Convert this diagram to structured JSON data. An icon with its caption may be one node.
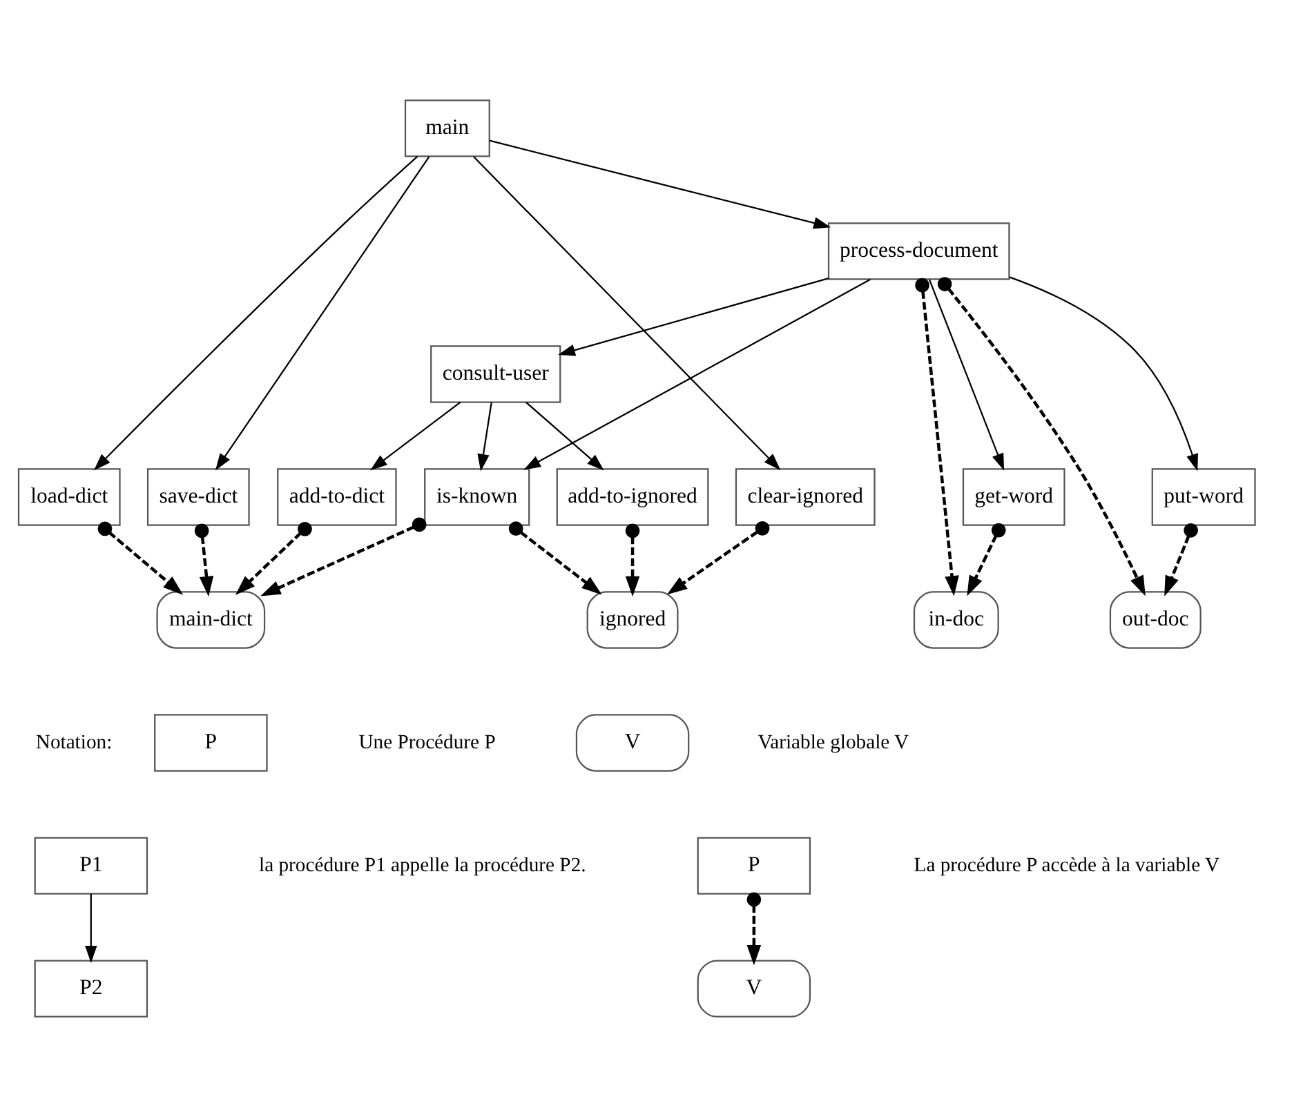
{
  "diagram": {
    "nodes": [
      {
        "text": [
          "main"
        ]
      },
      {
        "text": [
          "process-document"
        ]
      },
      {
        "text": [
          "consult-user"
        ]
      },
      {
        "text": [
          "load-dict"
        ]
      },
      {
        "text": [
          "save-dict"
        ]
      },
      {
        "text": [
          "add-to-dict"
        ]
      },
      {
        "text": [
          "is-known"
        ]
      },
      {
        "text": [
          "clear-ignored"
        ]
      },
      {
        "text": [
          "add-to-ignored"
        ]
      },
      {
        "text": [
          "get-word"
        ]
      },
      {
        "text": [
          "put-word"
        ]
      },
      {
        "text": [
          "main-dict"
        ]
      },
      {
        "text": [
          "ignored"
        ]
      },
      {
        "text": [
          "in-doc"
        ]
      },
      {
        "text": [
          "out-doc"
        ]
      },
      {
        "text": [
          "P"
        ]
      },
      {
        "text": [
          "V"
        ]
      },
      {
        "text": [
          "P1"
        ]
      },
      {
        "text": [
          "P2"
        ]
      },
      {
        "text": [
          "P"
        ]
      },
      {
        "text": [
          "V"
        ]
      }
    ],
    "edges": [
      {
        "from": 0,
        "to": 3,
        "arrow": "to"
      },
      {
        "from": 0,
        "to": 4,
        "arrow": "to"
      },
      {
        "from": 0,
        "to": 7,
        "arrow": "to"
      },
      {
        "from": 0,
        "to": 1,
        "arrow": "to"
      },
      {
        "from": 1,
        "to": 2,
        "arrow": "to"
      },
      {
        "from": 1,
        "to": 6,
        "arrow": "to"
      },
      {
        "from": 1,
        "to": 9,
        "arrow": "to"
      },
      {
        "from": 1,
        "to": 13,
        "arrow": "to",
        "style": "dashed"
      },
      {
        "from": 1,
        "to": 14,
        "arrow": "to",
        "style": "dashed"
      },
      {
        "from": 1,
        "to": 10,
        "arrow": "to"
      },
      {
        "from": 2,
        "to": 5,
        "arrow": "to"
      },
      {
        "from": 2,
        "to": 6,
        "arrow": "to"
      },
      {
        "from": 2,
        "to": 8,
        "arrow": "to"
      },
      {
        "from": 3,
        "to": 11,
        "arrow": "to",
        "style": "dashed"
      },
      {
        "from": 4,
        "to": 11,
        "arrow": "to",
        "style": "dashed"
      },
      {
        "from": 5,
        "to": 11,
        "arrow": "to",
        "style": "dashed"
      },
      {
        "from": 6,
        "to": 11,
        "arrow": "to",
        "style": "dashed"
      },
      {
        "from": 6,
        "to": 12,
        "arrow": "to",
        "style": "dashed"
      },
      {
        "from": 7,
        "to": 12,
        "arrow": "to",
        "style": "dashed"
      },
      {
        "from": 8,
        "to": 12,
        "arrow": "to",
        "style": "dashed"
      },
      {
        "from": 9,
        "to": 13,
        "arrow": "to",
        "style": "dashed"
      },
      {
        "from": 10,
        "to": 14,
        "arrow": "to",
        "style": "dashed"
      },
      {
        "from": 17,
        "to": 18,
        "arrow": "to"
      },
      {
        "from": 19,
        "to": 20,
        "arrow": "to",
        "style": "dashed"
      }
    ],
    "labels": [
      "Notation:",
      "Une Procédure P",
      "Variable globale V",
      "la procédure P1 appelle la procédure P2.",
      "La procédure P accède à la variable V"
    ]
  }
}
